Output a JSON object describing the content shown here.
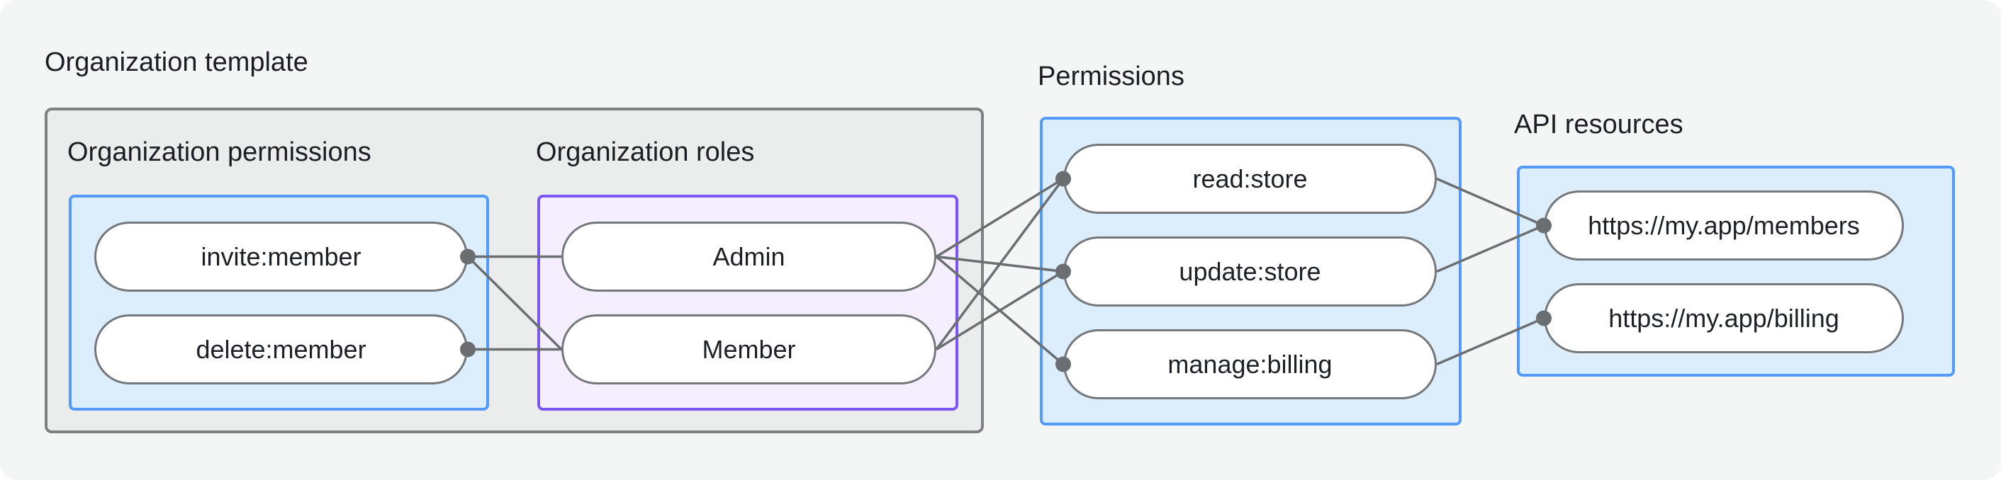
{
  "page": {
    "background": "#ffffff",
    "card_background": "#f4f6f6"
  },
  "colors": {
    "group_gray_fill": "#ebedec",
    "group_gray_border": "#7d8184",
    "group_blue_fill": "#dcedfc",
    "group_blue_border": "#549bf9",
    "group_purple_fill": "#f4eefe",
    "group_purple_border": "#7a56f4",
    "pill_fill": "#ffffff",
    "pill_border": "#75787b",
    "connector_line": "#6b6e71",
    "connector_dot": "#6b6e71",
    "text": "#1b1e22"
  },
  "groups": {
    "org_template": {
      "label": "Organization template"
    },
    "org_permissions": {
      "label": "Organization permissions",
      "pills": [
        {
          "key": "invite-member",
          "label": "invite:member"
        },
        {
          "key": "delete-member",
          "label": "delete:member"
        }
      ]
    },
    "org_roles": {
      "label": "Organization roles",
      "pills": [
        {
          "key": "admin",
          "label": "Admin"
        },
        {
          "key": "member",
          "label": "Member"
        }
      ]
    },
    "permissions": {
      "label": "Permissions",
      "pills": [
        {
          "key": "read-store",
          "label": "read:store"
        },
        {
          "key": "update-store",
          "label": "update:store"
        },
        {
          "key": "manage-billing",
          "label": "manage:billing"
        }
      ]
    },
    "api_resources": {
      "label": "API resources",
      "pills": [
        {
          "key": "members-resource",
          "label": "https://my.app/members"
        },
        {
          "key": "billing-resource",
          "label": "https://my.app/billing"
        }
      ]
    }
  },
  "edges": [
    {
      "from": "invite-member",
      "to": "admin"
    },
    {
      "from": "invite-member",
      "to": "member"
    },
    {
      "from": "delete-member",
      "to": "member"
    },
    {
      "from": "admin",
      "to": "read-store"
    },
    {
      "from": "admin",
      "to": "update-store"
    },
    {
      "from": "admin",
      "to": "manage-billing"
    },
    {
      "from": "member",
      "to": "read-store"
    },
    {
      "from": "member",
      "to": "update-store"
    },
    {
      "from": "read-store",
      "to": "members-resource"
    },
    {
      "from": "update-store",
      "to": "members-resource"
    },
    {
      "from": "manage-billing",
      "to": "billing-resource"
    }
  ]
}
